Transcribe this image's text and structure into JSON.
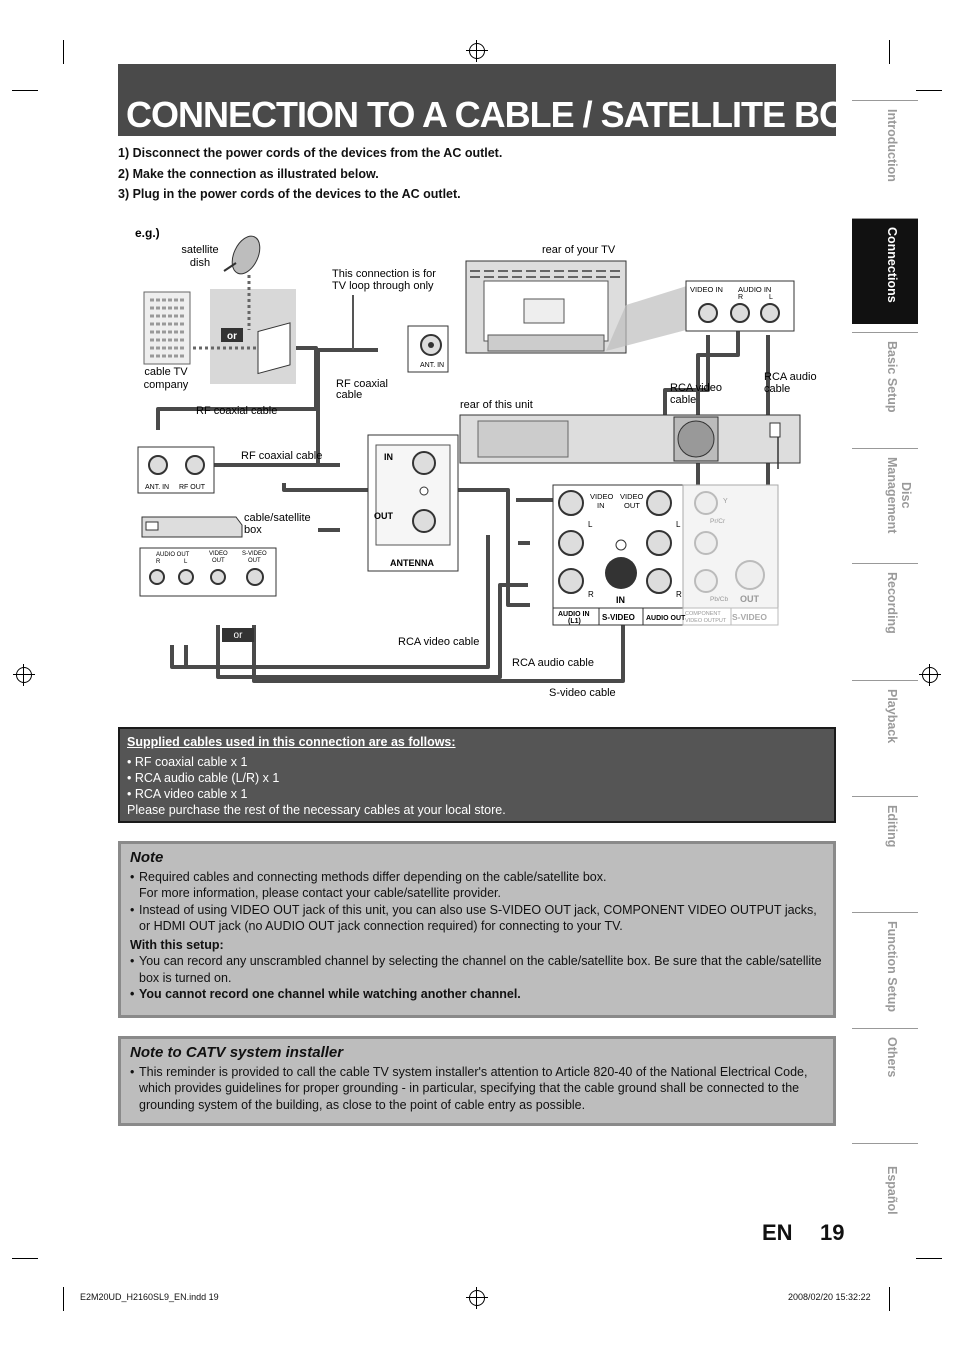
{
  "page": {
    "title": "CONNECTION TO A CABLE / SATELLITE BOX",
    "steps": [
      "1) Disconnect the power cords of the devices from the AC outlet.",
      "2) Make the connection as illustrated below.",
      "3) Plug in the power cords of the devices to the AC outlet."
    ],
    "lang_label": "EN",
    "page_number": "19"
  },
  "sidebar": {
    "tabs": [
      {
        "label": "Introduction",
        "active": false
      },
      {
        "label": "Connections",
        "active": true
      },
      {
        "label": "Basic Setup",
        "active": false
      },
      {
        "label": "Disc\nManagement",
        "active": false
      },
      {
        "label": "Recording",
        "active": false
      },
      {
        "label": "Playback",
        "active": false
      },
      {
        "label": "Editing",
        "active": false
      },
      {
        "label": "Function Setup",
        "active": false
      },
      {
        "label": "Others",
        "active": false
      },
      {
        "label": "Español",
        "active": false
      }
    ]
  },
  "diagram": {
    "eg": "e.g.)",
    "satellite_dish": [
      "satellite",
      "dish"
    ],
    "cable_company": [
      "cable TV",
      "company"
    ],
    "or": "or",
    "loop_note": [
      "This connection is for",
      "TV loop through only"
    ],
    "rear_tv": "rear of your TV",
    "ant_in": "ANT. IN",
    "video_in": "VIDEO IN",
    "audio_in": "AUDIO IN",
    "r": "R",
    "l": "L",
    "rf_coaxial_cable": "RF coaxial cable",
    "rf_coaxial_cable_2": [
      "RF coaxial",
      "cable"
    ],
    "rear_unit": "rear of this unit",
    "rca_video_cable_2": [
      "RCA video",
      "cable"
    ],
    "rca_audio_cable_2": [
      "RCA audio",
      "cable"
    ],
    "ant_in_box": "ANT. IN",
    "rf_out_box": "RF OUT",
    "cable_box": [
      "cable/satellite",
      "box"
    ],
    "audio_out": "AUDIO OUT",
    "video_out": [
      "VIDEO",
      "OUT"
    ],
    "svideo_out": [
      "S-VIDEO",
      "OUT"
    ],
    "in_label": "IN",
    "out_label": "OUT",
    "antenna": "ANTENNA",
    "video_in_jack": [
      "VIDEO",
      "IN"
    ],
    "video_out_jack": [
      "VIDEO",
      "OUT"
    ],
    "audio_in_l1": [
      "AUDIO IN",
      "(L1)"
    ],
    "s_video": "S-VIDEO",
    "audio_out_jack": "AUDIO OUT",
    "component": [
      "COMPONENT",
      "VIDEO OUTPUT"
    ],
    "pr_cr": "Pr/Cr",
    "pb_cb": "Pb/Cb",
    "y": "Y",
    "rca_video_cable": "RCA video cable",
    "rca_audio_cable": "RCA audio cable",
    "s_video_cable": "S-video cable"
  },
  "supplied": {
    "heading": "Supplied cables used in this connection are as follows:",
    "items": [
      "• RF coaxial cable x 1",
      "• RCA audio cable (L/R) x 1",
      "• RCA video cable x 1"
    ],
    "footer": "Please purchase the rest of the necessary cables at your local store."
  },
  "note": {
    "title": "Note",
    "bullet1_line1": "Required cables and connecting methods differ depending on the cable/satellite box.",
    "bullet1_line2": "For more information, please contact your cable/satellite provider.",
    "bullet2": "Instead of using VIDEO OUT jack of this unit, you can also use S-VIDEO OUT jack, COMPONENT VIDEO OUTPUT jacks, or HDMI OUT jack (no AUDIO OUT jack connection required) for connecting to your TV.",
    "subhead": "With this setup:",
    "bullet3": "You can record any unscrambled channel by selecting the channel on the cable/satellite box. Be sure that the cable/satellite box is turned on.",
    "bullet4": "You cannot record one channel while watching another channel."
  },
  "catv": {
    "title": "Note to CATV system installer",
    "text": "This reminder is provided to call the cable TV system installer's attention to Article 820-40 of the National Electrical Code, which provides guidelines for proper grounding - in particular, specifying that the cable ground shall be connected to the grounding system of the building, as close to the point of cable entry as possible."
  },
  "footer": {
    "file": "E2M20UD_H2160SL9_EN.indd   19",
    "timestamp": "2008/02/20   15:32:22"
  }
}
